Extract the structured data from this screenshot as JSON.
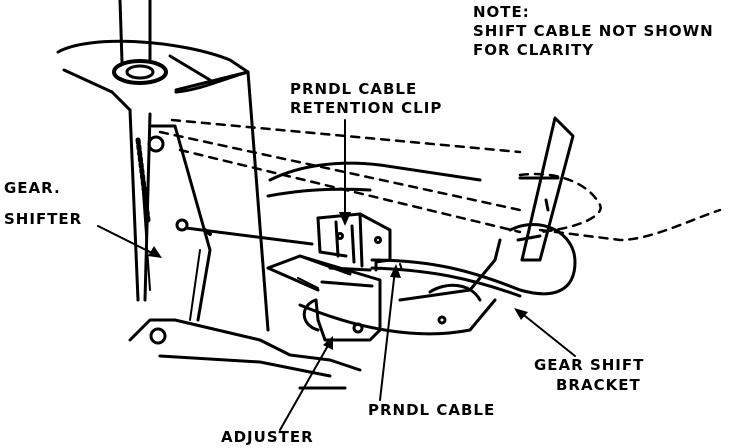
{
  "colors": {
    "ink": "#000000",
    "paper": "#ffffff"
  },
  "note": {
    "line1": "NOTE:",
    "line2": "SHIFT CABLE NOT SHOWN",
    "line3": "FOR CLARITY"
  },
  "labels": {
    "prndl_retention_clip": {
      "line1": "PRNDL CABLE",
      "line2": "RETENTION CLIP"
    },
    "gear_shifter": {
      "line1": "GEAR.",
      "line2": "SHIFTER"
    },
    "gear_shift_bracket": {
      "line1": "GEAR SHIFT",
      "line2": "BRACKET"
    },
    "prndl_cable": "PRNDL CABLE",
    "adjuster": "ADJUSTER"
  }
}
